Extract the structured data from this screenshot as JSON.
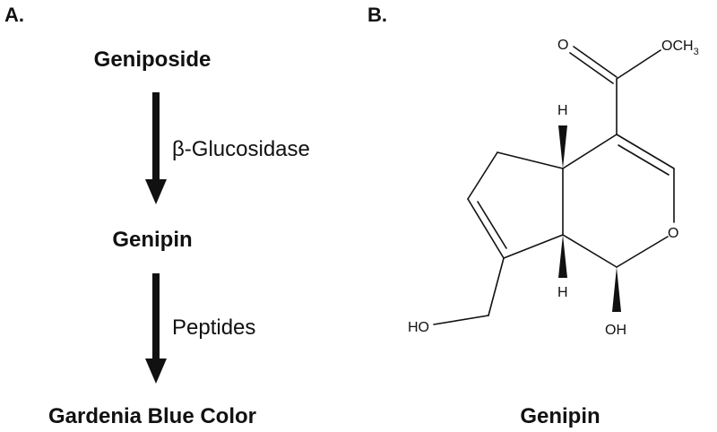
{
  "panel_a": {
    "label": "A.",
    "pathway": [
      "Geniposide",
      "Genipin",
      "Gardenia Blue Color"
    ],
    "steps": [
      "β-Glucosidase",
      "Peptides"
    ]
  },
  "panel_b": {
    "label": "B.",
    "name": "Genipin",
    "atoms": {
      "carbonyl_o": "O",
      "methoxy": "OCH",
      "methoxy_sub": "3",
      "ring_o": "O",
      "h_top": "H",
      "h_bottom": "H",
      "hydroxymethyl": "HO",
      "hemiacetal_oh": "OH"
    }
  },
  "colors": {
    "ink": "#111111",
    "background": "#ffffff"
  }
}
